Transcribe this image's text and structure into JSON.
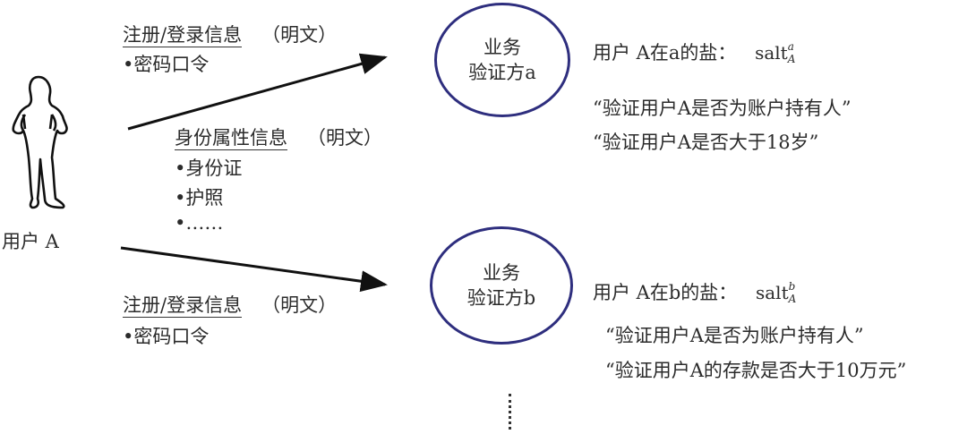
{
  "user": {
    "label": "用户 A",
    "icon": "person-silhouette-icon"
  },
  "top_flow": {
    "registration": {
      "title": "注册/登录信息",
      "note": "（明文）",
      "items": [
        "•密码口令"
      ]
    },
    "identity": {
      "title": "身份属性信息",
      "note": "（明文）",
      "items": [
        "•身份证",
        "•护照",
        "•……"
      ]
    }
  },
  "bottom_flow": {
    "registration": {
      "title": "注册/登录信息",
      "note": "（明文）",
      "items": [
        "•密码口令"
      ]
    }
  },
  "verifiers": [
    {
      "line1": "业务",
      "line2": "验证方a",
      "salt_label": "用户 A在a的盐：",
      "salt_base": "salt",
      "salt_sup": "a",
      "salt_sub": "A",
      "claims": [
        "“验证用户A是否为账户持有人”",
        "“验证用户A是否大于18岁”"
      ]
    },
    {
      "line1": "业务",
      "line2": "验证方b",
      "salt_label": "用户 A在b的盐：",
      "salt_base": "salt",
      "salt_sup": "b",
      "salt_sub": "A",
      "claims": [
        "“验证用户A是否为账户持有人”",
        "“验证用户A的存款是否大于10万元”"
      ]
    }
  ],
  "continuation": "⋮",
  "colors": {
    "circle_stroke": "#2e2e7e",
    "text": "#2b2b2b",
    "arrow": "#111111"
  }
}
